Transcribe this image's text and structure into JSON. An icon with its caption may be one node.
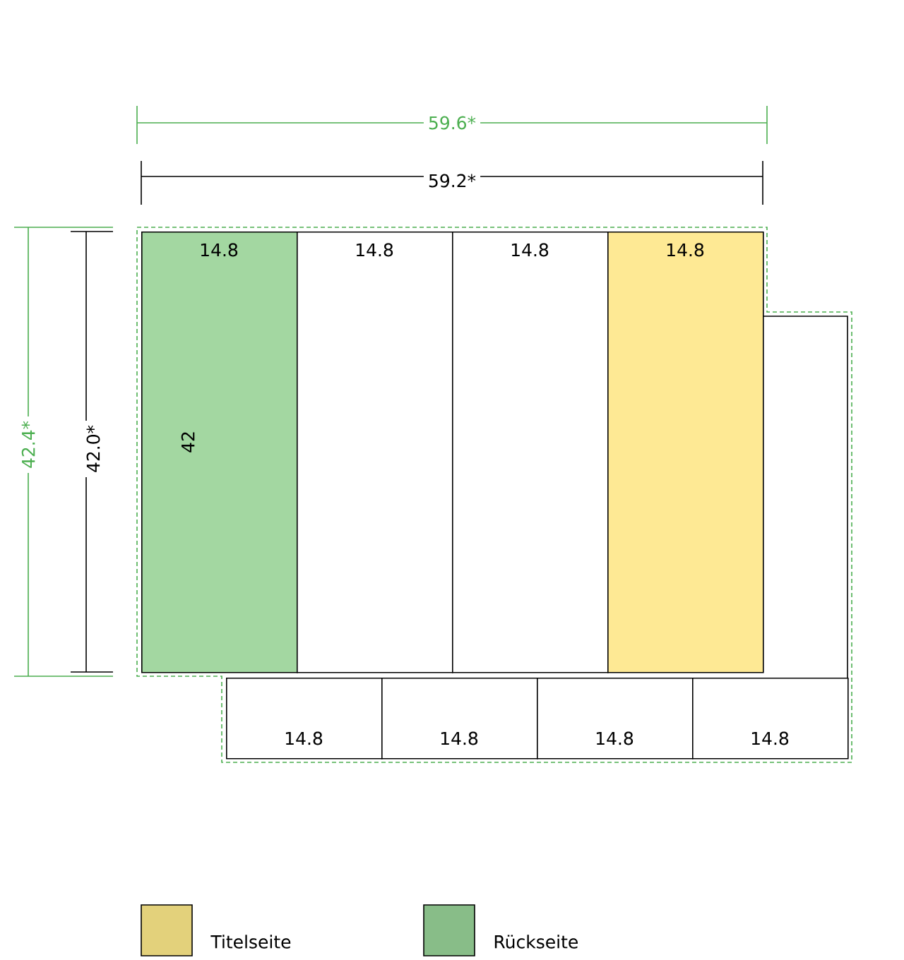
{
  "diagram": {
    "nodes": [
      {
        "text": [
          "14.8",
          "42"
        ]
      },
      {
        "text": [
          "14.8"
        ]
      },
      {
        "text": [
          "14.8"
        ]
      },
      {
        "text": [
          "14.8"
        ]
      },
      {
        "text": [
          "14.8"
        ]
      },
      {
        "text": [
          "14.8"
        ]
      },
      {
        "text": [
          "14.8"
        ]
      },
      {
        "text": [
          "14.8"
        ]
      }
    ],
    "labels": [
      "59.6*",
      "59.2*",
      "42.4*",
      "42.0*"
    ],
    "legend": [
      {
        "text": "Titelseite",
        "color": "#e3d17b"
      },
      {
        "text": "Rückseite",
        "color": "#88bd88"
      }
    ]
  }
}
